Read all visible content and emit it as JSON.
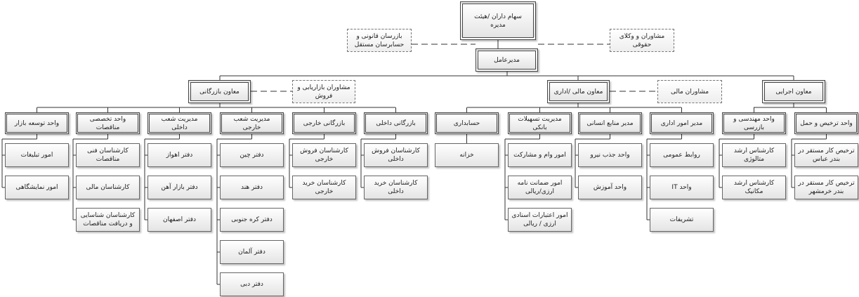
{
  "board": "سهام داران /هیئت مدیره",
  "inspector": "بازرسان قانونی و حسابرسان مستقل",
  "legal_advisors": "مشاوران و وکلای حقوقی",
  "ceo": "مدیرعامل",
  "deputies": [
    {
      "label": "معاون بازرگانی",
      "advisor": "مشاوران بازاریابی و فروش"
    },
    {
      "label": "معاون مالی /اداری",
      "advisor": "مشاوران مالی"
    },
    {
      "label": "معاون اجرایی"
    }
  ],
  "units": [
    {
      "label": "واحد توسعه بازار",
      "children": [
        "امور تبلیغات",
        "امور نمایشگاهی"
      ]
    },
    {
      "label": "واحد تخصصی مناقصات",
      "children": [
        "کارشناسان فنی مناقصات",
        "کارشناسان مالی",
        "کارشناسان شناسایی و دریافت مناقصات"
      ]
    },
    {
      "label": "مدیریت شعب داخلی",
      "children": [
        "دفتر اهواز",
        "دفتر بازار آهن",
        "دفتر اصفهان"
      ]
    },
    {
      "label": "مدیریت شعب خارجی",
      "children": [
        "دفتر چین",
        "دفتر هند",
        "دفتر کره جنوبی",
        "دفتر آلمان",
        "دفتر دبی"
      ]
    },
    {
      "label": "بازرگانی خارجی",
      "children": [
        "کارشناسان فروش خارجی",
        "کارشناسان خرید خارجی"
      ]
    },
    {
      "label": "بازرگانی داخلی",
      "children": [
        "کارشناسان فروش داخلی",
        "کارشناسان خرید داخلی"
      ]
    },
    {
      "label": "حسابداری",
      "children": [
        "خزانه"
      ]
    },
    {
      "label": "مدیریت تسهیلات بانکی",
      "children": [
        "امور وام و مشارکت",
        "امور ضمانت نامه ارزی/ریالی",
        "امور اعتبارات اسنادی ارزی / ریالی"
      ]
    },
    {
      "label": "مدیر منابع انسانی",
      "children": [
        "واحد جذب نیرو",
        "واحد آموزش"
      ]
    },
    {
      "label": "مدیر امور اداری",
      "children": [
        "روابط عمومی",
        "واحد IT",
        "تشریفات"
      ]
    },
    {
      "label": "واحد مهندسی و بازرسی",
      "children": [
        "کارشناس ارشد متالوژی",
        "کارشناس ارشد مکانیک"
      ]
    },
    {
      "label": "واحد ترخیص و حمل",
      "children": [
        "ترخیص کار مستقر در بندر عباس",
        "ترخیص کار مستقر در بندر خرمشهر"
      ]
    }
  ]
}
